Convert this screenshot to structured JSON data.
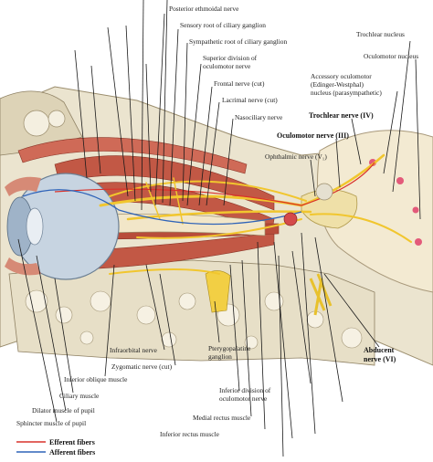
{
  "labels": {
    "posterior_ethmoidal_nerve": "Posterior ethmoidal nerve",
    "sensory_root": "Sensory root of ciliary ganglion",
    "sympathetic_root": "Sympathetic root of ciliary ganglion",
    "superior_division_1": "Superior division of",
    "superior_division_2": "oculomotor nerve",
    "frontal_nerve": "Frontal nerve (cut)",
    "lacrimal_nerve": "Lacrimal nerve (cut)",
    "nasociliary_nerve": "Nasociliary nerve",
    "trochlear_nucleus": "Trochlear nucleus",
    "oculomotor_nucleus": "Oculomotor nucleus",
    "accessory_1": "Accessory oculomotor",
    "accessory_2": "(Edinger-Westphal)",
    "accessory_3": "nucleus (parasympathetic)",
    "trochlear_nerve": "Trochlear nerve (IV)",
    "oculomotor_nerve": "Oculomotor nerve (III)",
    "ophthalmic_nerve": "Ophthalmic nerve (V₁)",
    "infraorbital_nerve": "Infraorbital nerve",
    "zygomatic_nerve": "Zygomatic nerve (cut)",
    "inferior_oblique": "Inferior oblique muscle",
    "ciliary_muscle": "Ciliary muscle",
    "dilator_muscle": "Dilator muscle of pupil",
    "sphincter_muscle": "Sphincter muscle of pupil",
    "pterygopalatine_1": "Pterygopalatine",
    "pterygopalatine_2": "ganglion",
    "inferior_division_1": "Inferior division of",
    "inferior_division_2": "oculomotor nerve",
    "medial_rectus": "Medial rectus muscle",
    "inferior_rectus": "Inferior rectus muscle",
    "abducent_1": "Abducent",
    "abducent_2": "nerve (VI)"
  },
  "legend": {
    "efferent": "Efferent fibers",
    "afferent": "Afferent fibers",
    "efferent_color": "#d9322b",
    "afferent_color": "#2f63b8"
  },
  "colors": {
    "background": "#ffffff",
    "bone": "#e9e3cf",
    "muscle": "#c9624f",
    "nerve": "#f0c530",
    "eyeball": "#b8c9d8",
    "brainstem": "#f3ead2"
  }
}
